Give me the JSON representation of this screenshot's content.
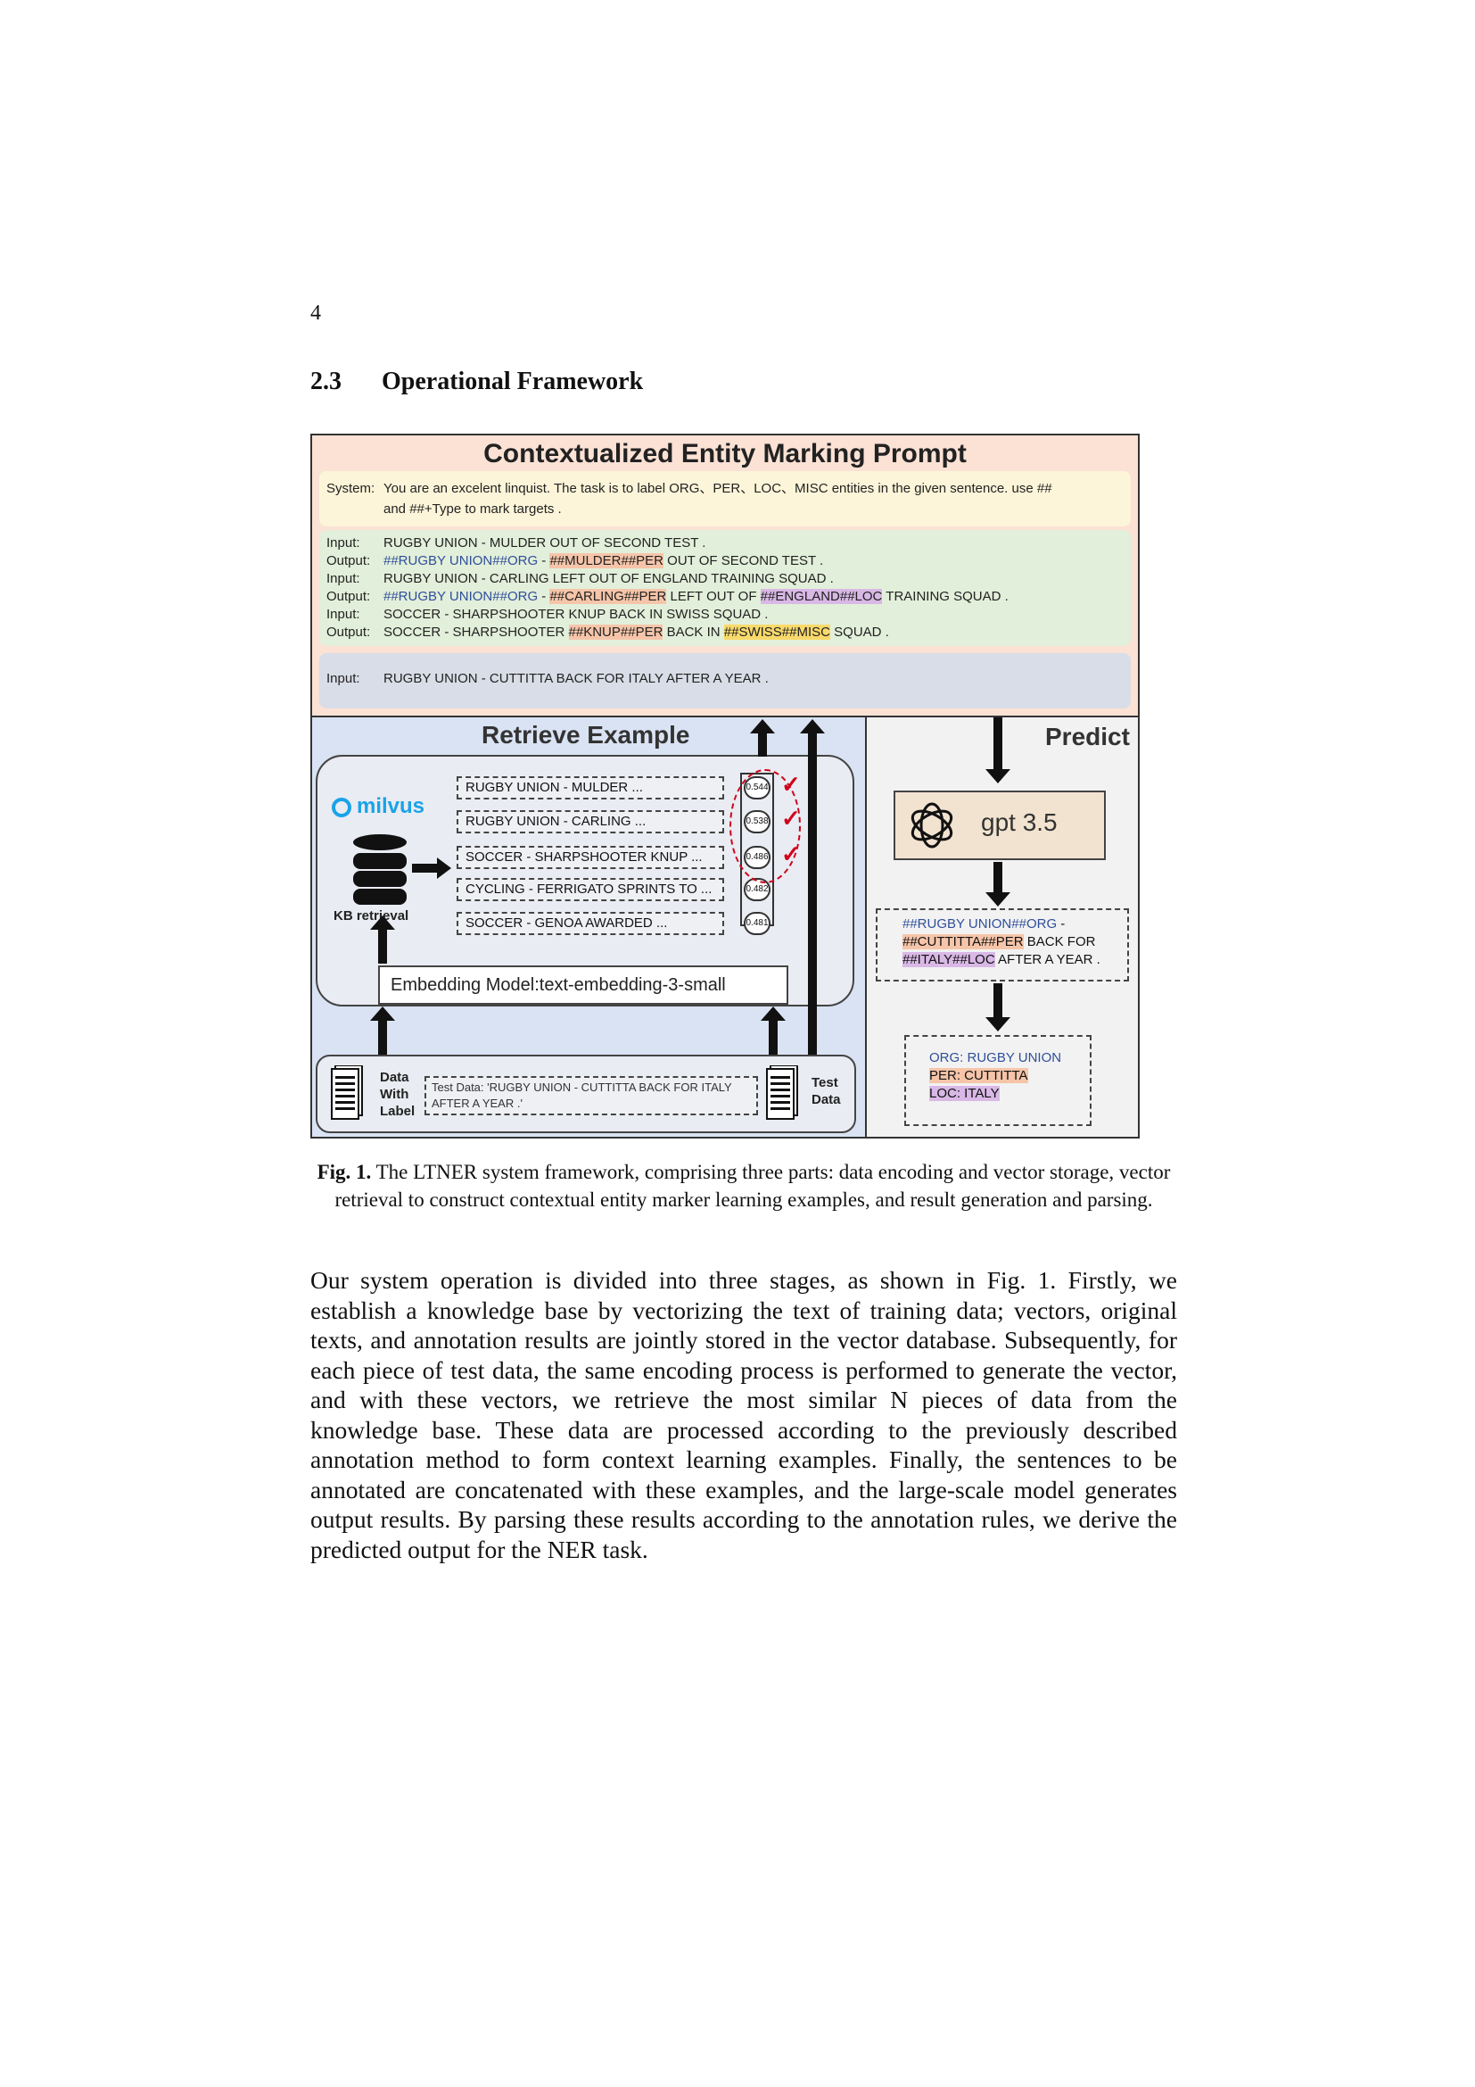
{
  "page_number": "4",
  "section": {
    "number": "2.3",
    "title": "Operational Framework"
  },
  "figure": {
    "prompt": {
      "title": "Contextualized Entity Marking Prompt",
      "system_tag": "System:",
      "system_line1": "You are an excelent linquist. The task is to label ORG、PER、LOC、MISC entities in the given sentence. use ##",
      "system_line2": "and ##+Type to mark targets .",
      "input_tag": "Input:",
      "output_tag": "Output:",
      "ex1_input": "RUGBY UNION - MULDER OUT OF SECOND TEST .",
      "ex1_out_org": "##RUGBY UNION##ORG",
      "ex1_out_sep": " - ",
      "ex1_out_per": "##MULDER##PER",
      "ex1_out_rest": " OUT OF SECOND TEST .",
      "ex2_input": "RUGBY UNION - CARLING LEFT OUT OF ENGLAND TRAINING SQUAD .",
      "ex2_out_org": "##RUGBY UNION##ORG",
      "ex2_out_sep": " - ",
      "ex2_out_per": "##CARLING##PER",
      "ex2_out_mid": " LEFT OUT OF ",
      "ex2_out_loc": "##ENGLAND##LOC",
      "ex2_out_rest": " TRAINING SQUAD .",
      "ex3_input": "SOCCER - SHARPSHOOTER KNUP BACK IN SWISS SQUAD .",
      "ex3_out_pre": "SOCCER - SHARPSHOOTER ",
      "ex3_out_per": "##KNUP##PER",
      "ex3_out_mid": " BACK IN ",
      "ex3_out_misc": "##SWISS##MISC",
      "ex3_out_rest": " SQUAD .",
      "query_input": "RUGBY UNION - CUTTITTA BACK FOR ITALY AFTER A YEAR ."
    },
    "retrieve": {
      "title": "Retrieve Example",
      "logo_text": "milvus",
      "kb_label": "KB retrieval",
      "examples": [
        {
          "text": "RUGBY UNION - MULDER ...",
          "score": "0.544",
          "selected": true
        },
        {
          "text": "RUGBY UNION - CARLING ...",
          "score": "0.538",
          "selected": true
        },
        {
          "text": "SOCCER - SHARPSHOOTER KNUP ...",
          "score": "0.486",
          "selected": true
        },
        {
          "text": "CYCLING - FERRIGATO SPRINTS TO ...",
          "score": "0.482",
          "selected": false
        },
        {
          "text": "SOCCER - GENOA AWARDED ...",
          "score": "0.481",
          "selected": false
        }
      ],
      "check_mark": "✓",
      "embedding_label": "Embedding Model:text-embedding-3-small",
      "data_label_1": "Data",
      "data_label_2": "With",
      "data_label_3": "Label",
      "test_data_text": "Test Data: 'RUGBY UNION - CUTTITTA BACK FOR ITALY AFTER A YEAR .'",
      "test_label_1": "Test",
      "test_label_2": "Data"
    },
    "predict": {
      "title": "Predict",
      "model_name": "gpt 3.5",
      "output_org": "##RUGBY UNION##ORG",
      "output_sep": " -",
      "output_per": "##CUTTITTA##PER",
      "output_mid": " BACK FOR",
      "output_loc": "##ITALY##LOC",
      "output_rest": " AFTER A YEAR .",
      "result_org": "ORG: RUGBY UNION",
      "result_per": "PER: CUTTITTA",
      "result_loc": "LOC: ITALY"
    }
  },
  "caption": {
    "label": "Fig. 1.",
    "text": " The LTNER system framework, comprising three parts: data encoding and vector storage, vector retrieval to construct contextual entity marker learning examples, and result generation and parsing."
  },
  "body": "Our system operation is divided into three stages, as shown in Fig. 1. Firstly, we establish a knowledge base by vectorizing the text of training data; vectors, original texts, and annotation results are jointly stored in the vector database. Subsequently, for each piece of test data, the same encoding process is performed to generate the vector, and with these vectors, we retrieve the most similar N pieces of data from the knowledge base. These data are processed according to the previously described annotation method to form context learning examples. Finally, the sentences to be annotated are concatenated with these examples, and the large-scale model generates output results. By parsing these results according to the annotation rules, we derive the predicted output for the NER task.",
  "colors": {
    "prompt_bg": "#fbe2d5",
    "system_bg": "#fdf5d9",
    "examples_bg": "#e2efda",
    "query_bg": "#d9dde7",
    "retrieve_bg": "#dae3f3",
    "predict_bg": "#f2f2f2",
    "per_highlight": "#f6c5a9",
    "loc_highlight": "#d9b8e6",
    "misc_highlight": "#f8d96a",
    "org_text": "#2f4f9a",
    "check_color": "#d0021b"
  }
}
